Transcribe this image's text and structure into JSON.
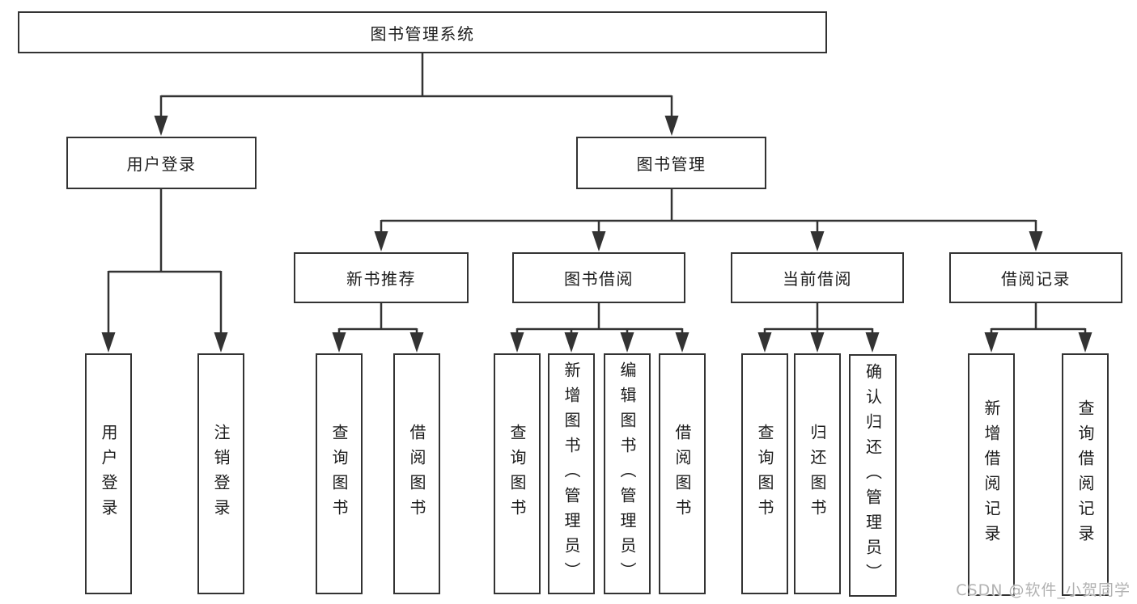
{
  "tree": {
    "root": "图书管理系统",
    "login": {
      "label": "用户登录",
      "children": [
        "用户登录",
        "注销登录"
      ]
    },
    "management": {
      "label": "图书管理"
    },
    "sections": [
      {
        "label": "新书推荐",
        "children": [
          "查询图书",
          "借阅图书"
        ]
      },
      {
        "label": "图书借阅",
        "children": [
          "查询图书",
          "新增图书（管理员）",
          "编辑图书（管理员）",
          "借阅图书"
        ]
      },
      {
        "label": "当前借阅",
        "children": [
          "查询图书",
          "归还图书",
          "确认归还（管理员）"
        ]
      },
      {
        "label": "借阅记录",
        "children": [
          "新增借阅记录",
          "查询借阅记录"
        ]
      }
    ]
  },
  "watermark": "CSDN @软件_小贺同学",
  "colors": {
    "line": "#333333",
    "text": "#1c1c1c",
    "watermark": "#b2b2b2",
    "background": "#ffffff"
  }
}
